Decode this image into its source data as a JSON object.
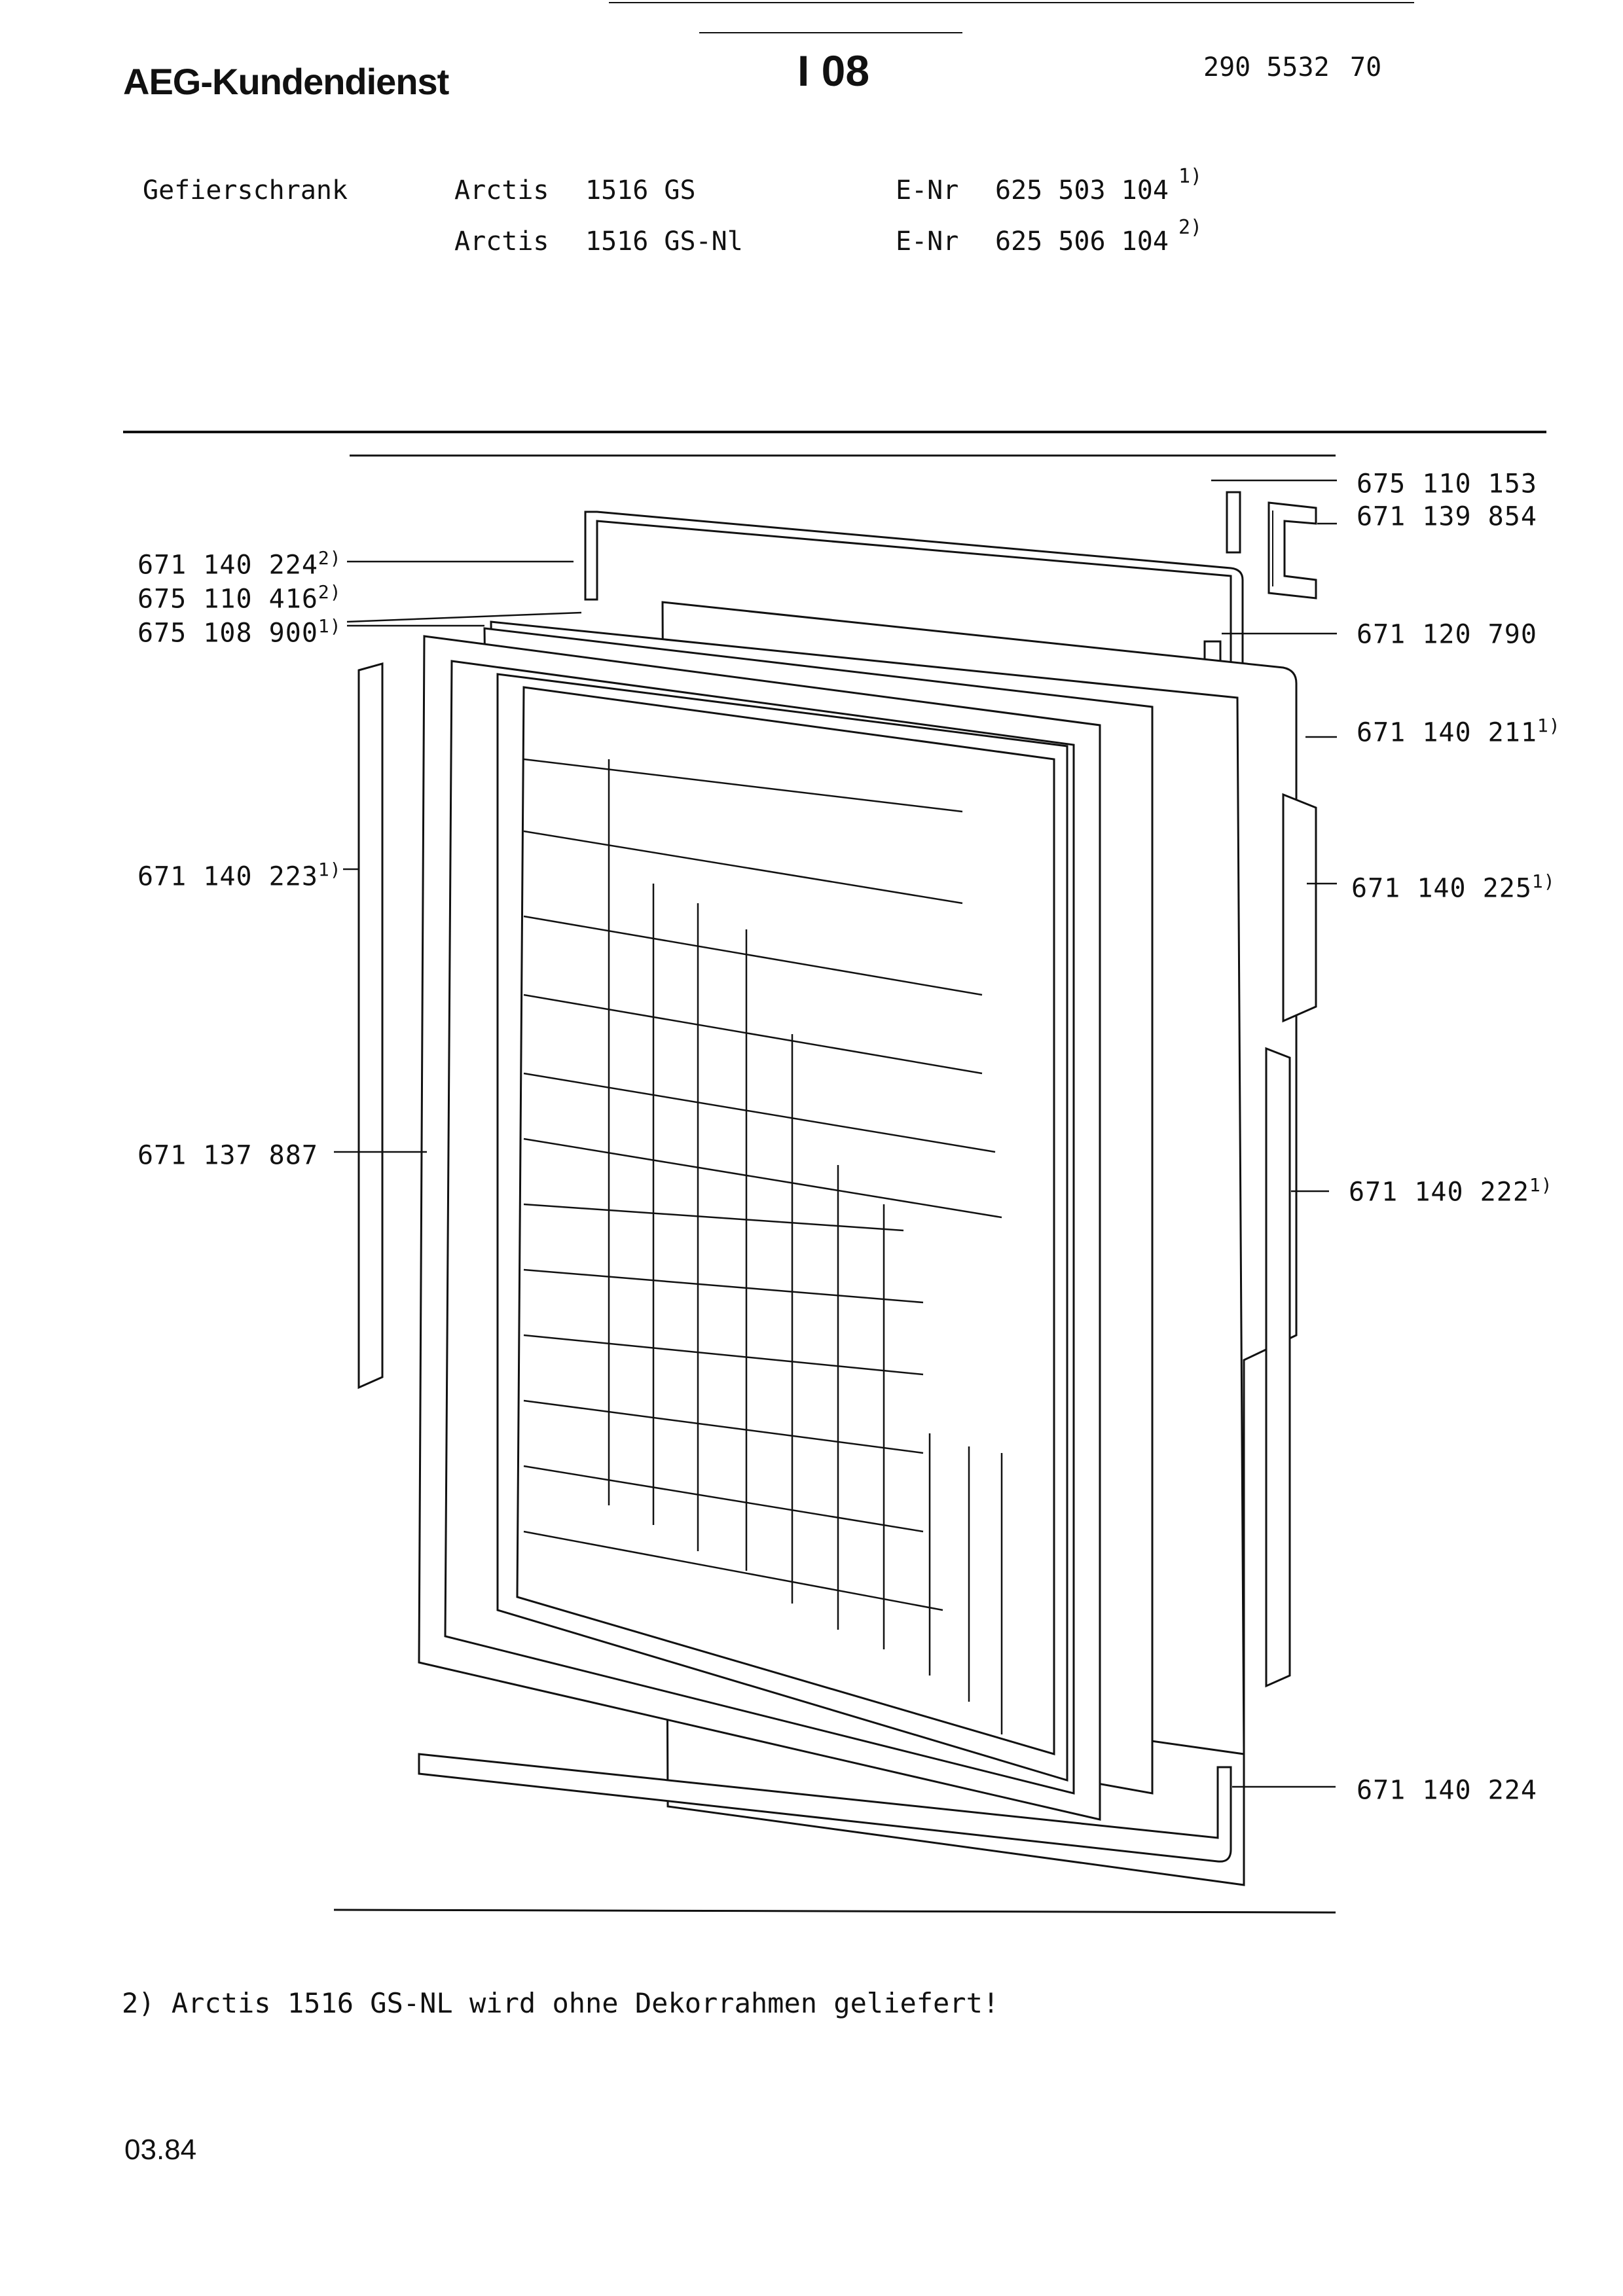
{
  "header": {
    "brand": "AEG-Kundendienst",
    "section": "I 08",
    "doc_number": "290 5532",
    "doc_suffix": "70"
  },
  "models": {
    "category": "Gefierschrank",
    "rows": [
      {
        "name": "Arctis",
        "model": "1516 GS",
        "enr_label": "E-Nr",
        "enr": "625 503 104",
        "note": "1)"
      },
      {
        "name": "Arctis",
        "model": "1516 GS-Nl",
        "enr_label": "E-Nr",
        "enr": "625 506 104",
        "note": "2)"
      }
    ]
  },
  "parts": {
    "p_675110153": {
      "text": "675 110 153",
      "sup": ""
    },
    "p_671139854": {
      "text": "671 139 854",
      "sup": ""
    },
    "p_671140224a": {
      "text": "671 140 224",
      "sup": "2)"
    },
    "p_675110416": {
      "text": "675 110 416",
      "sup": "2)"
    },
    "p_675108900": {
      "text": "675 108 900",
      "sup": "1)"
    },
    "p_671120790": {
      "text": "671 120 790",
      "sup": ""
    },
    "p_671140211": {
      "text": "671 140 211",
      "sup": "1)"
    },
    "p_671140223": {
      "text": "671 140 223",
      "sup": "1)"
    },
    "p_671140225": {
      "text": "671 140 225",
      "sup": "1)"
    },
    "p_671137887": {
      "text": "671 137 887",
      "sup": ""
    },
    "p_671140222": {
      "text": "671 140 222",
      "sup": "1)"
    },
    "p_671140224b": {
      "text": "671 140 224",
      "sup": ""
    }
  },
  "footnote": "2) Arctis 1516 GS-NL wird ohne Dekorrahmen geliefert!",
  "date": "03.84"
}
